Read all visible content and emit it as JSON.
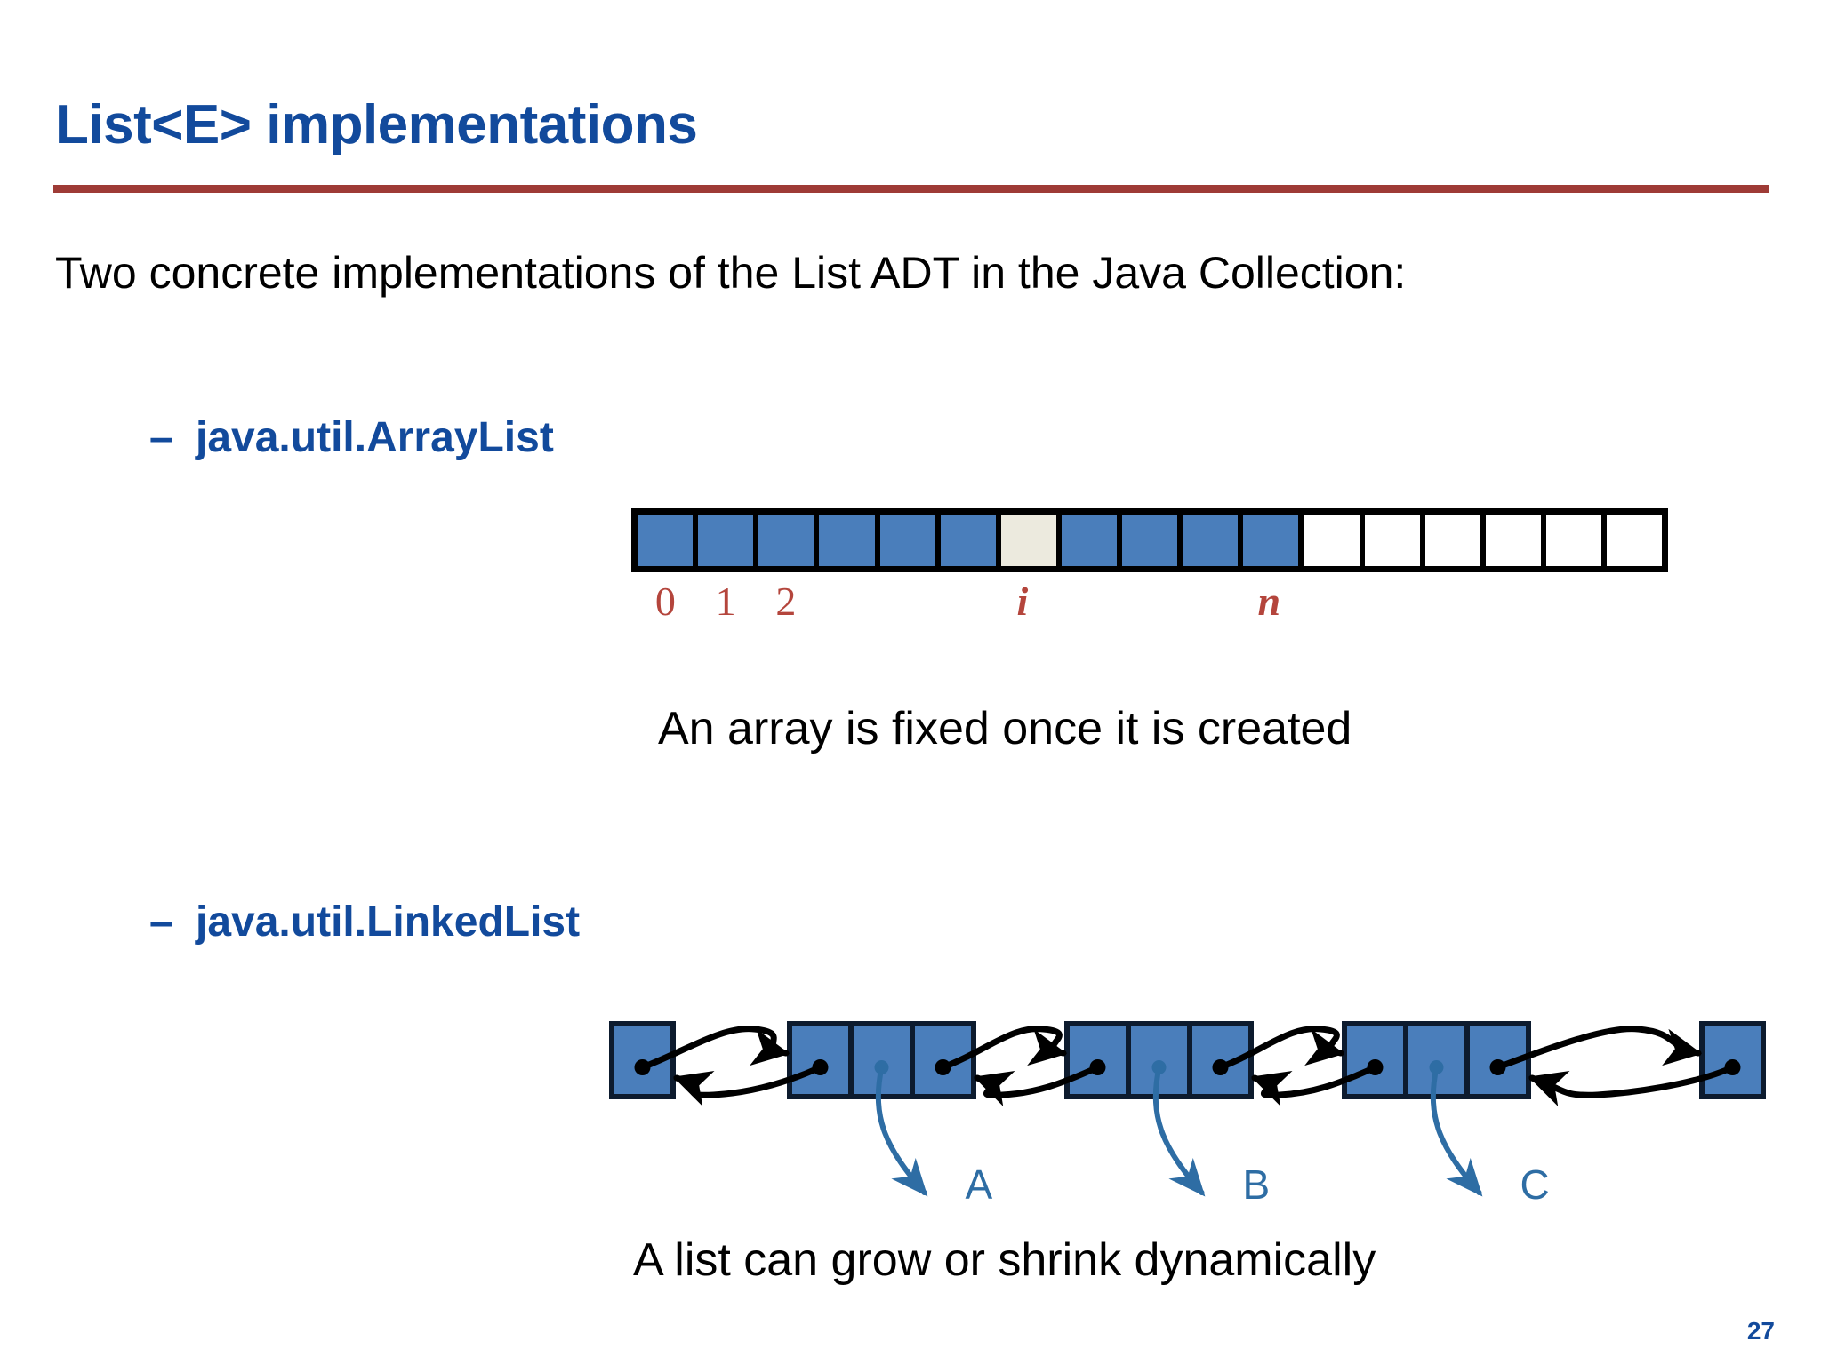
{
  "slide": {
    "title": "List<E> implementations",
    "page_number": "27",
    "accent_rule_color": "#9e3b36",
    "title_color": "#124a9c",
    "body": {
      "intro": "Two concrete implementations of the List ADT in the Java Collection:"
    },
    "bullets": [
      {
        "dash": "–",
        "label": "java.util.ArrayList"
      },
      {
        "dash": "–",
        "label": "java.util.LinkedList"
      }
    ],
    "captions": {
      "array": "An array is fixed once it is created",
      "list": "A list can grow or shrink dynamically"
    }
  },
  "array_diagram": {
    "cell_count": 17,
    "filled_color": "#4a7ebb",
    "current_color": "#eceade",
    "empty_color": "#ffffff",
    "border_color": "#000000",
    "cells": [
      "filled",
      "filled",
      "filled",
      "filled",
      "filled",
      "filled",
      "current",
      "filled",
      "filled",
      "filled",
      "filled",
      "empty",
      "empty",
      "empty",
      "empty",
      "empty",
      "empty"
    ],
    "index_label_color": "#b4453c",
    "index_labels": [
      {
        "text": "0",
        "cell": 0,
        "style": "upright"
      },
      {
        "text": "1",
        "cell": 1,
        "style": "upright"
      },
      {
        "text": "2",
        "cell": 2,
        "style": "upright"
      },
      {
        "text": "i",
        "cell": 6,
        "style": "italic"
      },
      {
        "text": "n",
        "cell": 10,
        "style": "italic"
      }
    ]
  },
  "linked_list_diagram": {
    "node_fill": "#4a7ebb",
    "node_border": "#0d1b2e",
    "link_color": "#000000",
    "pointer_color": "#2e6da4",
    "nodes": [
      {
        "cells": 1,
        "label": null
      },
      {
        "cells": 3,
        "label": "A"
      },
      {
        "cells": 3,
        "label": "B"
      },
      {
        "cells": 3,
        "label": "C"
      },
      {
        "cells": 1,
        "label": null
      }
    ],
    "labels": [
      "A",
      "B",
      "C"
    ]
  }
}
